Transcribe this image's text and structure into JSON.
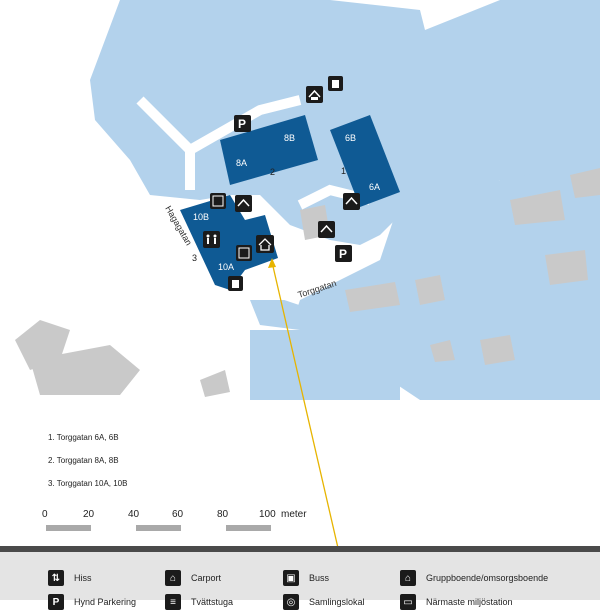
{
  "map": {
    "streets": {
      "haga": "Hagagatan",
      "torg": "Torggatan"
    },
    "buildings": {
      "b8a": "8A",
      "b8b": "8B",
      "b6b": "6B",
      "b6a": "6A",
      "b10b": "10B",
      "b10a": "10A"
    },
    "building_numbers": {
      "n1": "1",
      "n2": "2",
      "n3": "3"
    },
    "colors": {
      "water": "#b3d2ec",
      "building": "#0f5a94",
      "land": "#ffffff",
      "gray_building": "#c9c9c9"
    }
  },
  "addresses": [
    "1. Torggatan 6A, 6B",
    "2. Torggatan 8A, 8B",
    "3. Torggatan 10A, 10B"
  ],
  "scale": {
    "ticks": [
      "0",
      "20",
      "40",
      "60",
      "80",
      "100"
    ],
    "unit": "meter"
  },
  "legend": [
    {
      "icon": "elevator-icon",
      "label": "Hiss"
    },
    {
      "icon": "carport-icon",
      "label": "Carport"
    },
    {
      "icon": "bus-icon",
      "label": "Buss"
    },
    {
      "icon": "group-housing-icon",
      "label": "Gruppboende/omsorgsboende"
    },
    {
      "icon": "disabled-parking-icon",
      "label": "Hynd Parkering"
    },
    {
      "icon": "drying-room-icon",
      "label": "Tvättstuga"
    },
    {
      "icon": "laundry-icon",
      "label": "Samlingslokal"
    },
    {
      "icon": "garbage-icon",
      "label": "Närmaste miljöstation"
    }
  ]
}
